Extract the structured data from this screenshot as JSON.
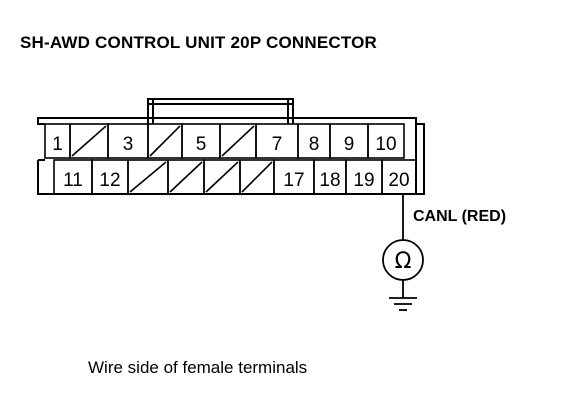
{
  "title": "SH-AWD CONTROL UNIT 20P CONNECTOR",
  "caption": "Wire side of female terminals",
  "connector": {
    "top_row": [
      {
        "id": "1",
        "label": "1",
        "empty": false
      },
      {
        "id": "2",
        "label": "",
        "empty": true
      },
      {
        "id": "3",
        "label": "3",
        "empty": false
      },
      {
        "id": "4",
        "label": "",
        "empty": true
      },
      {
        "id": "5",
        "label": "5",
        "empty": false
      },
      {
        "id": "6",
        "label": "",
        "empty": true
      },
      {
        "id": "7",
        "label": "7",
        "empty": false
      },
      {
        "id": "8",
        "label": "8",
        "empty": false
      },
      {
        "id": "9",
        "label": "9",
        "empty": false
      },
      {
        "id": "10",
        "label": "10",
        "empty": false
      }
    ],
    "bottom_row": [
      {
        "id": "11",
        "label": "11",
        "empty": false
      },
      {
        "id": "12",
        "label": "12",
        "empty": false
      },
      {
        "id": "13",
        "label": "",
        "empty": true
      },
      {
        "id": "14",
        "label": "",
        "empty": true
      },
      {
        "id": "15",
        "label": "",
        "empty": true
      },
      {
        "id": "16",
        "label": "",
        "empty": true
      },
      {
        "id": "17",
        "label": "17",
        "empty": false
      },
      {
        "id": "18",
        "label": "18",
        "empty": false
      },
      {
        "id": "19",
        "label": "19",
        "empty": false
      },
      {
        "id": "20",
        "label": "20",
        "empty": false
      }
    ]
  },
  "probe": {
    "terminal": "20",
    "wire_label": "CANL (RED)",
    "meter_symbol": "Ω",
    "meter_icon": "ohmmeter-icon",
    "ground_icon": "ground-icon"
  }
}
